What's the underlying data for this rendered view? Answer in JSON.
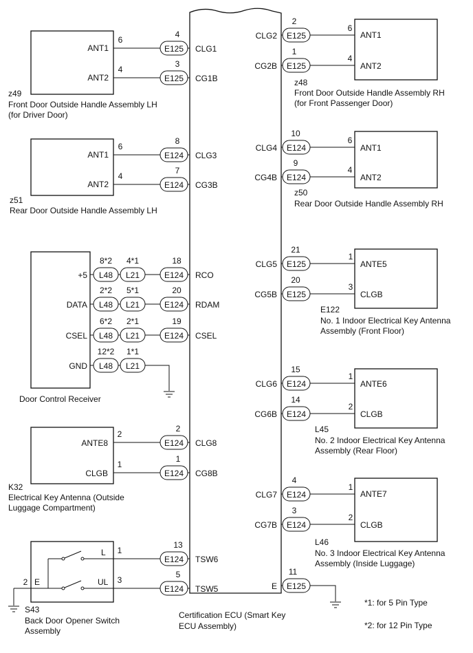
{
  "ecu": {
    "name_line1": "Certification ECU (Smart Key",
    "name_line2": "ECU Assembly)"
  },
  "components": {
    "z49": {
      "code": "z49",
      "name_line1": "Front Door Outside Handle Assembly LH",
      "name_line2": "(for Driver Door)",
      "pins": [
        "ANT1",
        "ANT2"
      ]
    },
    "z51": {
      "code": "z51",
      "name_line1": "Rear Door Outside Handle Assembly LH",
      "pins": [
        "ANT1",
        "ANT2"
      ]
    },
    "receiver": {
      "name_line1": "Door Control Receiver",
      "pins": [
        "+5",
        "DATA",
        "CSEL",
        "GND"
      ]
    },
    "k32": {
      "code": "K32",
      "name_line1": "Electrical Key Antenna (Outside",
      "name_line2": "Luggage Compartment)",
      "pins": [
        "ANTE8",
        "CLGB"
      ]
    },
    "s43": {
      "code": "S43",
      "name_line1": "Back Door Opener Switch",
      "name_line2": "Assembly",
      "pins": [
        "L",
        "UL",
        "E"
      ]
    },
    "z48": {
      "code": "z48",
      "name_line1": "Front Door Outside Handle Assembly RH",
      "name_line2": "(for Front Passenger Door)",
      "pins": [
        "ANT1",
        "ANT2"
      ]
    },
    "z50": {
      "code": "z50",
      "name_line1": "Rear Door Outside Handle Assembly RH",
      "pins": [
        "ANT1",
        "ANT2"
      ]
    },
    "e122": {
      "code": "E122",
      "name_line1": "No. 1 Indoor Electrical Key Antenna",
      "name_line2": "Assembly (Front Floor)",
      "pins": [
        "ANTE5",
        "CLGB"
      ]
    },
    "l45": {
      "code": "L45",
      "name_line1": "No. 2 Indoor Electrical Key Antenna",
      "name_line2": "Assembly (Rear Floor)",
      "pins": [
        "ANTE6",
        "CLGB"
      ]
    },
    "l46": {
      "code": "L46",
      "name_line1": "No. 3 Indoor Electrical Key Antenna",
      "name_line2": "Assembly (Inside Luggage)",
      "pins": [
        "ANTE7",
        "CLGB"
      ]
    }
  },
  "left_wires": [
    {
      "comp_pin": "6",
      "conn": "E125",
      "conn_pin": "4",
      "ecu_pin": "CLG1"
    },
    {
      "comp_pin": "4",
      "conn": "E125",
      "conn_pin": "3",
      "ecu_pin": "CG1B"
    },
    {
      "comp_pin": "6",
      "conn": "E124",
      "conn_pin": "8",
      "ecu_pin": "CLG3"
    },
    {
      "comp_pin": "4",
      "conn": "E124",
      "conn_pin": "7",
      "ecu_pin": "CG3B"
    },
    {
      "c1": "L48",
      "p1": "8*2",
      "c2": "L21",
      "p2": "4*1",
      "conn": "E124",
      "conn_pin": "18",
      "ecu_pin": "RCO"
    },
    {
      "c1": "L48",
      "p1": "2*2",
      "c2": "L21",
      "p2": "5*1",
      "conn": "E124",
      "conn_pin": "20",
      "ecu_pin": "RDAM"
    },
    {
      "c1": "L48",
      "p1": "6*2",
      "c2": "L21",
      "p2": "2*1",
      "conn": "E124",
      "conn_pin": "19",
      "ecu_pin": "CSEL"
    },
    {
      "c1": "L48",
      "p1": "12*2",
      "c2": "L21",
      "p2": "1*1"
    },
    {
      "comp_pin": "2",
      "conn": "E124",
      "conn_pin": "2",
      "ecu_pin": "CLG8"
    },
    {
      "comp_pin": "1",
      "conn": "E124",
      "conn_pin": "1",
      "ecu_pin": "CG8B"
    },
    {
      "comp_pin": "1",
      "conn": "E124",
      "conn_pin": "13",
      "ecu_pin": "TSW6"
    },
    {
      "comp_pin": "3",
      "conn": "E124",
      "conn_pin": "5",
      "ecu_pin": "TSW5"
    },
    {
      "comp_pin": "2"
    }
  ],
  "right_wires": [
    {
      "ecu_pin": "CLG2",
      "conn": "E125",
      "conn_pin": "2",
      "comp_pin": "6"
    },
    {
      "ecu_pin": "CG2B",
      "conn": "E125",
      "conn_pin": "1",
      "comp_pin": "4"
    },
    {
      "ecu_pin": "CLG4",
      "conn": "E124",
      "conn_pin": "10",
      "comp_pin": "6"
    },
    {
      "ecu_pin": "CG4B",
      "conn": "E124",
      "conn_pin": "9",
      "comp_pin": "4"
    },
    {
      "ecu_pin": "CLG5",
      "conn": "E125",
      "conn_pin": "21",
      "comp_pin": "1"
    },
    {
      "ecu_pin": "CG5B",
      "conn": "E125",
      "conn_pin": "20",
      "comp_pin": "3"
    },
    {
      "ecu_pin": "CLG6",
      "conn": "E124",
      "conn_pin": "15",
      "comp_pin": "1"
    },
    {
      "ecu_pin": "CG6B",
      "conn": "E124",
      "conn_pin": "14",
      "comp_pin": "2"
    },
    {
      "ecu_pin": "CLG7",
      "conn": "E124",
      "conn_pin": "4",
      "comp_pin": "1"
    },
    {
      "ecu_pin": "CG7B",
      "conn": "E124",
      "conn_pin": "3",
      "comp_pin": "2"
    },
    {
      "ecu_pin": "E",
      "conn": "E125",
      "conn_pin": "11"
    }
  ],
  "notes": [
    "*1: for 5 Pin Type",
    "*2: for 12 Pin Type"
  ]
}
